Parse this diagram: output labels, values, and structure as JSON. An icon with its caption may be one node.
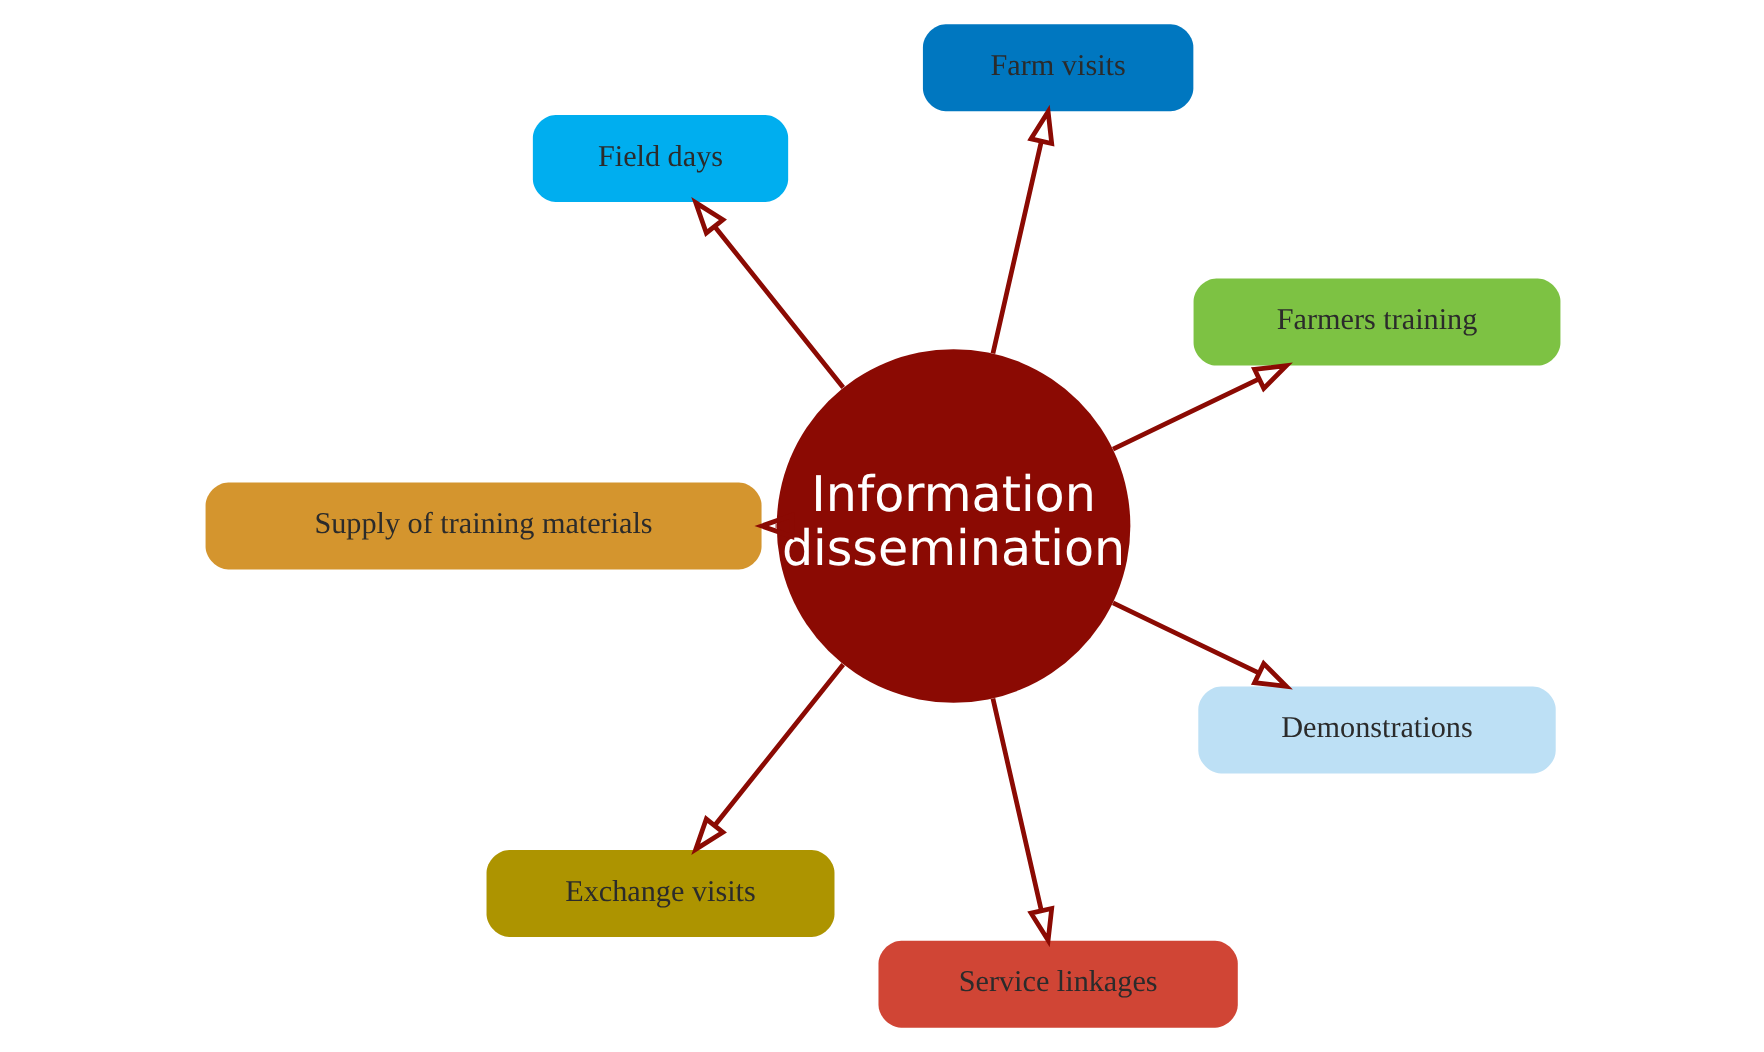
{
  "diagram": {
    "nodes": [
      {
        "text": [
          "Information dissemination"
        ]
      },
      {
        "text": [
          "Farmers training"
        ]
      },
      {
        "text": [
          "Farm visits"
        ]
      },
      {
        "text": [
          "Field days"
        ]
      },
      {
        "text": [
          "Supply of training materials"
        ]
      },
      {
        "text": [
          "Exchange visits"
        ]
      },
      {
        "text": [
          "Service linkages"
        ]
      },
      {
        "text": [
          "Demonstrations"
        ]
      }
    ],
    "edges": [
      {
        "from": 0,
        "to": 1,
        "arrow": "to"
      },
      {
        "from": 0,
        "to": 2,
        "arrow": "to"
      },
      {
        "from": 0,
        "to": 3,
        "arrow": "to"
      },
      {
        "from": 0,
        "to": 4,
        "arrow": "to"
      },
      {
        "from": 0,
        "to": 5,
        "arrow": "to"
      },
      {
        "from": 0,
        "to": 6,
        "arrow": "to"
      },
      {
        "from": 0,
        "to": 7,
        "arrow": "to"
      }
    ]
  }
}
